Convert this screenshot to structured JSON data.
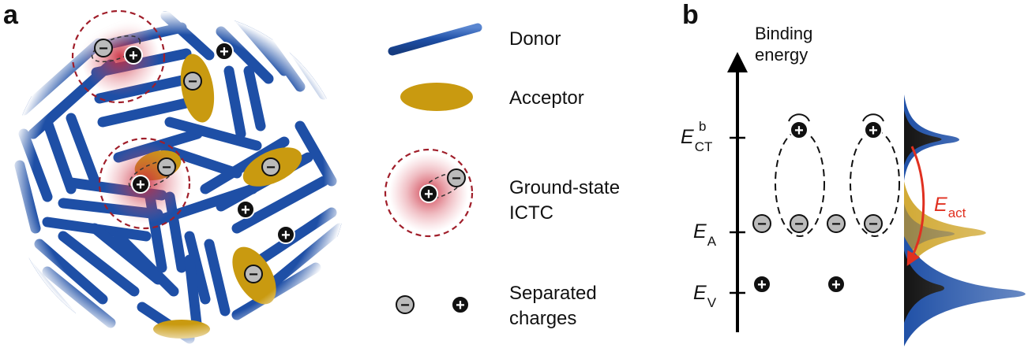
{
  "panel_a": {
    "label": "a",
    "legend": {
      "donor": "Donor",
      "acceptor": "Acceptor",
      "ictc_line1": "Ground-state",
      "ictc_line2": "ICTC",
      "separated_line1": "Separated",
      "separated_line2": "charges"
    }
  },
  "panel_b": {
    "label": "b",
    "axis_line1": "Binding",
    "axis_line2": "energy",
    "levels": {
      "ect": {
        "main": "E",
        "sub": "CT",
        "sup": "b"
      },
      "ea": {
        "main": "E",
        "sub": "A"
      },
      "ev": {
        "main": "E",
        "sub": "V"
      }
    },
    "activation": {
      "main": "E",
      "sub": "act"
    }
  },
  "charges": {
    "minus": "−",
    "plus": "+"
  },
  "colors": {
    "donor": "#1e4fa6",
    "acceptor": "#c99a10",
    "ictc": "#a01e2a",
    "activation_arrow": "#e03020",
    "minus_fill": "#bbbbbb",
    "plus_fill": "#111111"
  }
}
